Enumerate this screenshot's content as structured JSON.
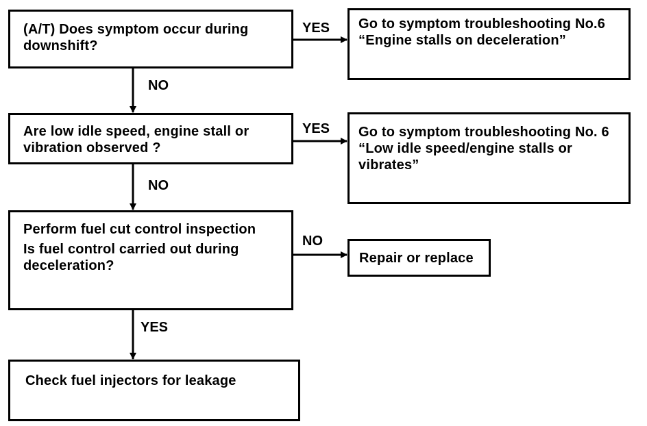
{
  "flowchart": {
    "q1": {
      "lines": [
        "(A/T)  Does symptom occur during",
        "downshift?"
      ]
    },
    "q2": {
      "lines": [
        "Are low idle speed, engine stall or",
        "vibration observed ?"
      ]
    },
    "q3": {
      "lines": [
        "Perform fuel cut control inspection",
        "Is fuel control carried out during",
        "deceleration?"
      ]
    },
    "end": {
      "lines": [
        "Check fuel injectors for leakage"
      ]
    },
    "r1": {
      "lines": [
        "Go to symptom troubleshooting No.6",
        "“Engine stalls on deceleration”"
      ]
    },
    "r2": {
      "lines": [
        "Go to symptom troubleshooting No. 6",
        "“Low idle speed/engine stalls or",
        "vibrates”"
      ]
    },
    "r3": {
      "lines": [
        "Repair or replace"
      ]
    },
    "labels": {
      "q1_right": "YES",
      "q1_down": "NO",
      "q2_right": "YES",
      "q2_down": "NO",
      "q3_right": "NO",
      "q3_down": "YES"
    }
  }
}
